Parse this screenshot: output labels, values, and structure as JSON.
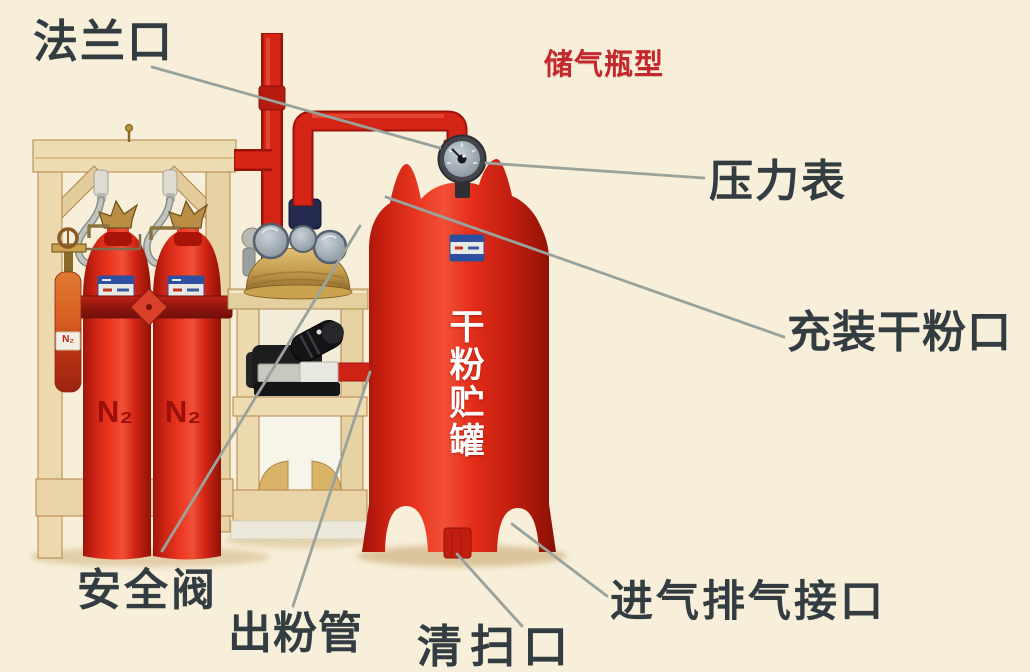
{
  "scene": {
    "description": "labeled diagram of a stored-gas-cylinder type dry powder fire extinguishing system",
    "background_color": "#f7efd9",
    "accent_red": "#d62a1a",
    "label_text_color": "#333d41",
    "type_label_color": "#c4282c",
    "leader_line_color": "#9aa39b"
  },
  "title": {
    "system_type": "储气瓶型"
  },
  "callouts": {
    "flange_port": "法兰口",
    "pressure_gauge": "压力表",
    "powder_filling_port": "充装干粉口",
    "safety_valve": "安全阀",
    "powder_outlet_pipe": "出粉管",
    "cleaning_port": "清扫口",
    "gas_inlet_exhaust_port": "进气排气接口"
  },
  "equipment": {
    "tank_name": "干粉贮罐",
    "cylinder_gas": "N₂",
    "pilot_cylinder_gas": "N₂"
  }
}
